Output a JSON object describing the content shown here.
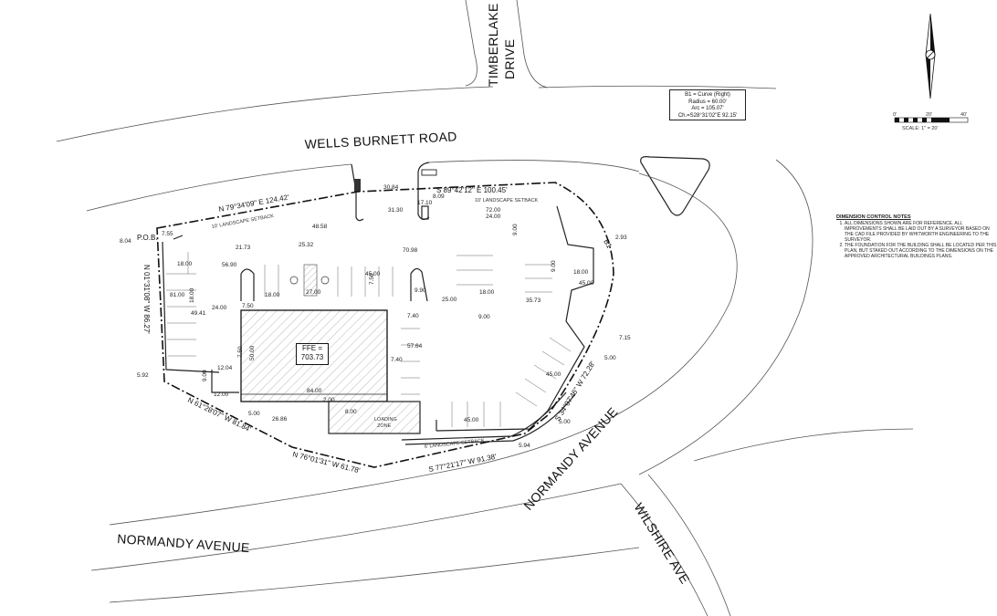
{
  "streets": {
    "timberlake": "TIMBERLAKE DRIVE",
    "timberlake_line1": "TIMBERLAKE",
    "timberlake_line2": "DRIVE",
    "wells_burnett": "WELLS BURNETT ROAD",
    "normandy_west": "NORMANDY AVENUE",
    "normandy_east": "NORMANDY AVENUE",
    "wilshire": "WILSHIRE AVE"
  },
  "curve_table": {
    "line1": "B1 = Curve (Right)",
    "line2": "Radius = 60.00'",
    "line3": "Arc = 105.07'",
    "line4": "Ch.=S28°31'02\"E 92.15'"
  },
  "scale": {
    "tick0": "0'",
    "tick1": "20'",
    "tick2": "40'",
    "label": "SCALE: 1\" = 20'"
  },
  "notes": {
    "title": "DIMENSION CONTROL NOTES",
    "items": [
      "ALL DIMENSIONS SHOWN ARE FOR REFERENCE. ALL IMPROVEMENTS SHALL BE LAID OUT BY A SURVEYOR BASED ON THE CAD FILE PROVIDED BY WHITWORTH ENGINEERING TO THE SURVEYOR.",
      "THE FOUNDATION FOR THE BUILDING SHALL BE LOCATED PER THIS PLAN, BUT STAKED OUT ACCORDING TO THE DIMENSIONS ON THE APPROVED ARCHITECTURAL BUILDINGS PLANS."
    ]
  },
  "ffe": {
    "line1": "FFE =",
    "line2": "703.73"
  },
  "labels": {
    "pob": "P.O.B.",
    "b1": "B1",
    "landscape_nw": "10' LANDSCAPE SETBACK",
    "landscape_ne": "10' LANDSCAPE SETBACK",
    "landscape_s": "6' LANDSCAPE SETBACK",
    "loading_zone": "LOADING ZONE",
    "loading_line1": "LOADING",
    "loading_line2": "ZONE"
  },
  "bearings": {
    "nw": "N 79°34'09\" E 124.42'",
    "ne": "S 89°42'12\" E 100.45'",
    "west": "N 01°31'08\" W 86.27'",
    "sw": "N 61°28'07\" W 81.84'",
    "s_mid": "N 76°01'31\" W 61.78'",
    "s_east": "S 77°21'17\" W 91.38'",
    "se": "S 34°07'46\" W 72.28'"
  },
  "dimensions": [
    "8.04",
    "7.55",
    "30.84",
    "17.10",
    "8.09",
    "31.30",
    "72.00",
    "24.00",
    "48.58",
    "9.00",
    "2.93",
    "21.73",
    "25.32",
    "70.98",
    "18.00",
    "56.90",
    "45.00",
    "9.00",
    "18.00",
    "81.00",
    "18.00",
    "7.50",
    "18.00",
    "27.00",
    "7.50",
    "9.90",
    "25.00",
    "18.00",
    "35.73",
    "45.00",
    "49.41",
    "24.00",
    "7.40",
    "9.00",
    "7.50",
    "7.15",
    "57.64",
    "50.00",
    "5.00",
    "7.40",
    "45.00",
    "5.92",
    "12.04",
    "12.00",
    "84.00",
    "2.00",
    "5.00",
    "26.86",
    "8.00",
    "45.00",
    "5.00",
    "5.94",
    "9.00"
  ]
}
